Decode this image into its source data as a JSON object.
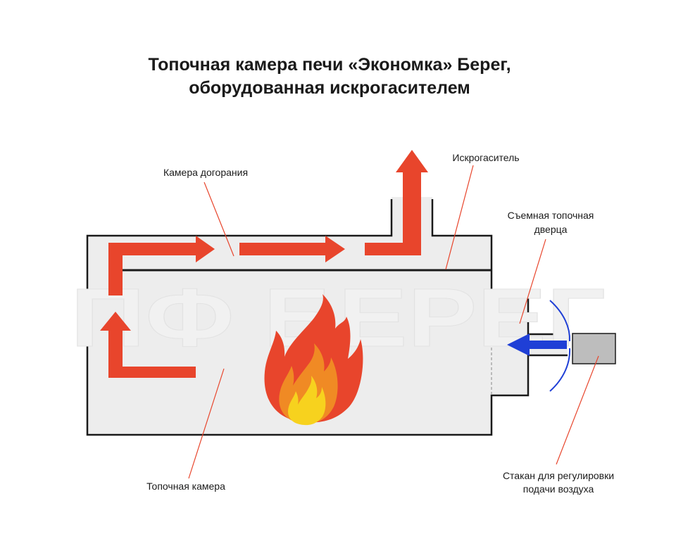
{
  "title": {
    "line1": "Топочная камера печи «Экономка» Берег,",
    "line2": "оборудованная искрогасителем"
  },
  "watermark": "ПФ БЕРЕГ",
  "labels": {
    "afterburn": "Камера догорания",
    "spark_arrester": "Искрогаситель",
    "door_line1": "Съемная топочная",
    "door_line2": "дверца",
    "firebox": "Топочная камера",
    "cup_line1": "Стакан для регулировки",
    "cup_line2": "подачи воздуха"
  },
  "colors": {
    "flow_arrow": "#e8452c",
    "air_arrow": "#1f3fd6",
    "chamber_fill": "#ededed",
    "outline": "#1a1a1a",
    "leader": "#e8452c",
    "cup_fill": "#bdbdbd",
    "flame_outer": "#e8452c",
    "flame_mid": "#f08a24",
    "flame_inner": "#f7d21e"
  }
}
